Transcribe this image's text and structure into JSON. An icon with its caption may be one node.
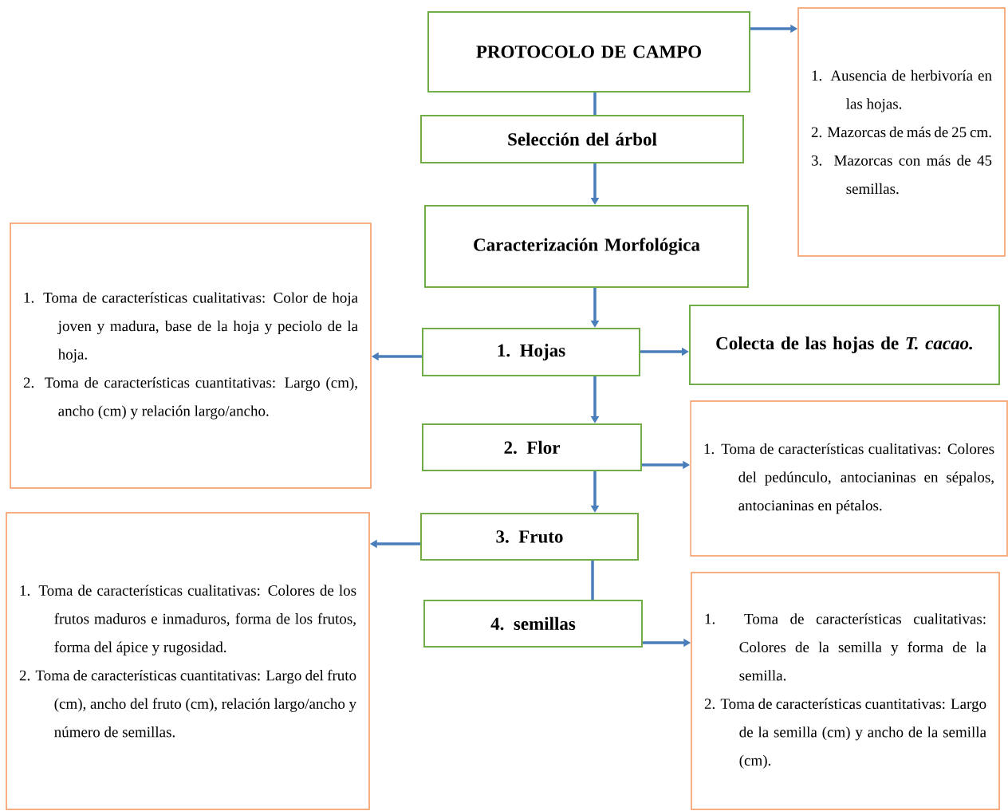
{
  "diagram": {
    "nodes": [
      {
        "text": [
          "PROTOCOLO DE CAMPO"
        ]
      },
      {
        "text": [
          "Selección del árbol"
        ]
      },
      {
        "text": [
          "Caracterización Morfológica"
        ]
      },
      {
        "text": [
          "1. Hojas"
        ]
      },
      {
        "text": [
          "2. Flor"
        ]
      },
      {
        "text": [
          "3. Fruto"
        ]
      },
      {
        "text": [
          "4. semillas"
        ]
      },
      {
        "text": [
          "1. Ausencia de herbivoría en las hojas.",
          "2. Mazorcas de más de 25 cm.",
          "3. Mazorcas con más de 45 semillas."
        ]
      },
      {
        "text": [
          "1. Toma de características cualitativas: Color de hoja joven y madura, base de la hoja y peciolo de la hoja.",
          "2. Toma de características cuantitativas: Largo (cm), ancho (cm) y relación largo/ancho."
        ]
      },
      {
        "text": [
          "Colecta de las hojas de *T. cacao.*"
        ]
      },
      {
        "text": [
          "1. Toma de características cualitativas: Colores del pedúnculo, antocianinas en sépalos, antocianinas en pétalos."
        ]
      },
      {
        "text": [
          "1. Toma de características cualitativas: Colores de los frutos maduros e inmaduros, forma de los frutos, forma del ápice y rugosidad.",
          "2. Toma de características cuantitativas: Largo del fruto (cm), ancho del fruto (cm), relación largo/ancho y número de semillas."
        ]
      },
      {
        "text": [
          "1. Toma de características cualitativas: Colores de la semilla y forma de la semilla.",
          "2. Toma de características cuantitativas: Largo de la semilla (cm) y ancho de la semilla (cm)."
        ]
      }
    ],
    "edges": [
      {
        "from": 0,
        "to": 1,
        "arrow": "none"
      },
      {
        "from": 1,
        "to": 2,
        "arrow": "to"
      },
      {
        "from": 2,
        "to": 3,
        "arrow": "to"
      },
      {
        "from": 3,
        "to": 4,
        "arrow": "to"
      },
      {
        "from": 4,
        "to": 5,
        "arrow": "to"
      },
      {
        "from": 5,
        "to": 6,
        "arrow": "none"
      },
      {
        "from": 0,
        "to": 7,
        "arrow": "to"
      },
      {
        "from": 3,
        "to": 8,
        "arrow": "to"
      },
      {
        "from": 3,
        "to": 9,
        "arrow": "to"
      },
      {
        "from": 4,
        "to": 10,
        "arrow": "to"
      },
      {
        "from": 5,
        "to": 11,
        "arrow": "to"
      },
      {
        "from": 6,
        "to": 12,
        "arrow": "to"
      }
    ]
  }
}
